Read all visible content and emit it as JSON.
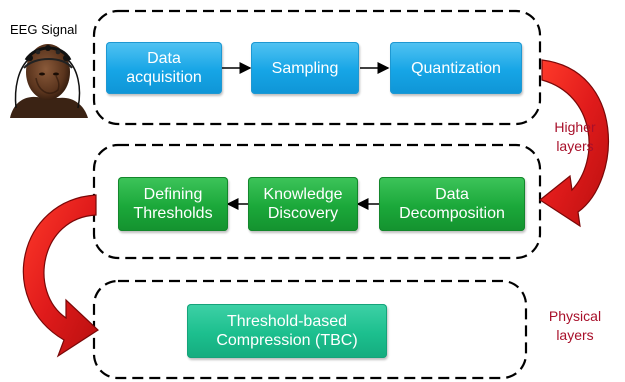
{
  "title_label": "EEG Signal",
  "stages": {
    "top": [
      {
        "line1": "Data",
        "line2": "acquisition"
      },
      {
        "line1": "Sampling",
        "line2": ""
      },
      {
        "line1": "Quantization",
        "line2": ""
      }
    ],
    "middle": [
      {
        "line1": "Data",
        "line2": "Decomposition"
      },
      {
        "line1": "Knowledge",
        "line2": "Discovery"
      },
      {
        "line1": "Defining",
        "line2": "Thresholds"
      }
    ],
    "bottom": [
      {
        "line1": "Threshold-based",
        "line2": "Compression (TBC)"
      }
    ]
  },
  "layer_labels": {
    "higher": {
      "line1": "Higher",
      "line2": "layers"
    },
    "physical": {
      "line1": "Physical",
      "line2": "layers"
    }
  },
  "colors": {
    "top_node": "#16a5e6",
    "middle_node": "#1ba83a",
    "bottom_node": "#1cbf8e",
    "curved_arrow": "#e01b1b",
    "layer_label": "#a8102a"
  },
  "icons": {
    "avatar": "eeg-headset-person-icon"
  }
}
